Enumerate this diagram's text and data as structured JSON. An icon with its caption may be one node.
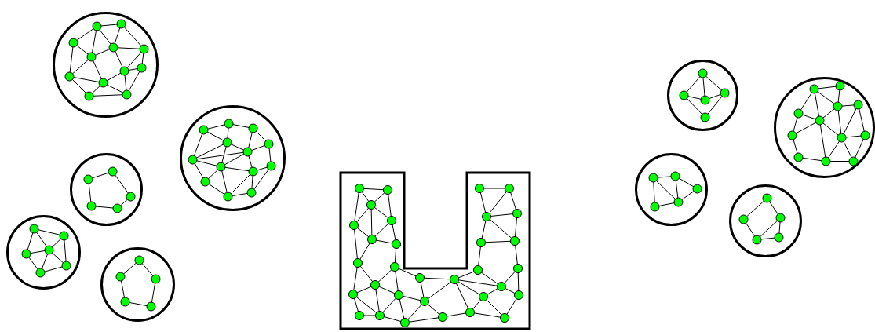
{
  "diagram": {
    "nodes": [
      {
        "text": [],
        "shape": "circle"
      },
      {
        "text": [],
        "shape": "circle"
      },
      {
        "text": [],
        "shape": "circle"
      },
      {
        "text": [],
        "shape": "circle"
      },
      {
        "text": [],
        "shape": "circle"
      },
      {
        "text": [],
        "shape": "box"
      },
      {
        "text": [],
        "shape": "circle"
      },
      {
        "text": [],
        "shape": "circle"
      },
      {
        "text": [],
        "shape": "circle"
      },
      {
        "text": [],
        "shape": "circle"
      }
    ]
  }
}
